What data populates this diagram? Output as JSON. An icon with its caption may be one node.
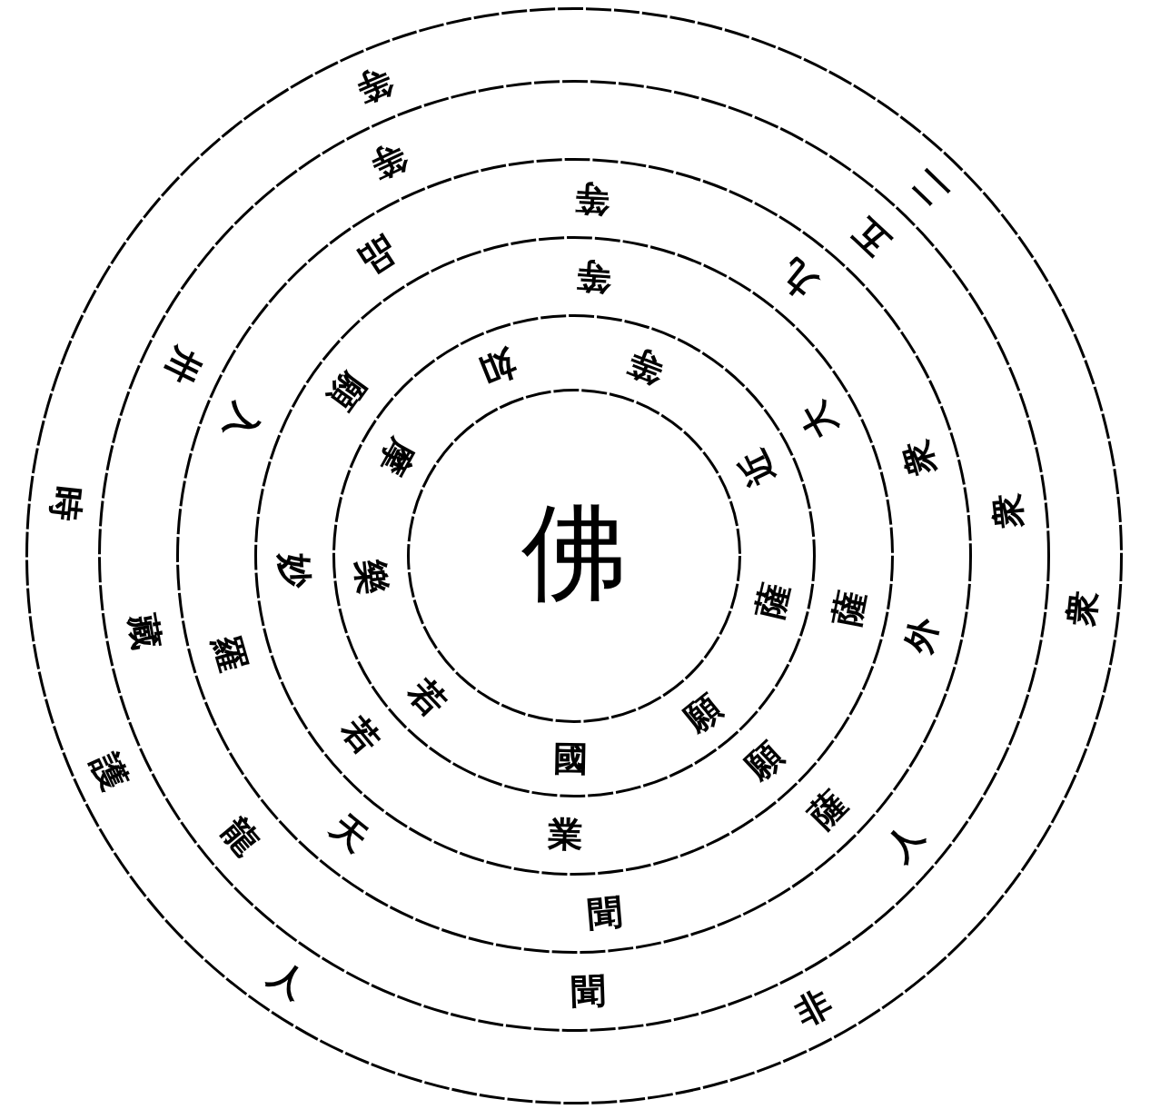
{
  "diagram": {
    "nodes": [
      {
        "text": [
          "二",
          "衆",
          "非",
          "人",
          "護",
          "時",
          "等"
        ]
      },
      {
        "text": [
          "五",
          "衆",
          "人",
          "聞",
          "龍",
          "藏",
          "卅",
          "等"
        ],
        "in": 0
      },
      {
        "text": [
          "等",
          "九",
          "衆",
          "外",
          "薩",
          "聞",
          "天",
          "羅",
          "入",
          "品"
        ],
        "in": 1
      },
      {
        "text": [
          "等",
          "大",
          "薩",
          "願",
          "業",
          "若",
          "妙",
          "願"
        ],
        "in": 2
      },
      {
        "text": [
          "等",
          "近",
          "薩",
          "願",
          "國",
          "若",
          "樂",
          "摩",
          "如"
        ],
        "in": 3
      },
      {
        "text": [
          "佛"
        ],
        "in": 4
      }
    ]
  }
}
